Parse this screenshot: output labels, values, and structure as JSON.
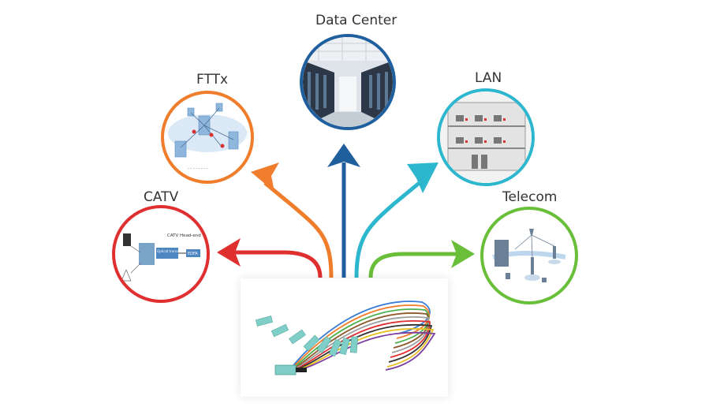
{
  "categories": [
    {
      "id": "data_center",
      "label": "Data Center",
      "color": "#1f5f9e"
    },
    {
      "id": "fttx",
      "label": "FTTx",
      "color": "#f07d2b"
    },
    {
      "id": "lan",
      "label": "LAN",
      "color": "#2db7cf"
    },
    {
      "id": "catv",
      "label": "CATV",
      "color": "#e02f2f"
    },
    {
      "id": "telecom",
      "label": "Telecom",
      "color": "#6abf3a"
    }
  ],
  "catv_inset": {
    "headend": "CATV Head-end",
    "transmitter": "Optical transmitter",
    "edfa": "EDFA"
  },
  "center_image": "mpo-lc-fiber-fanout-cable"
}
